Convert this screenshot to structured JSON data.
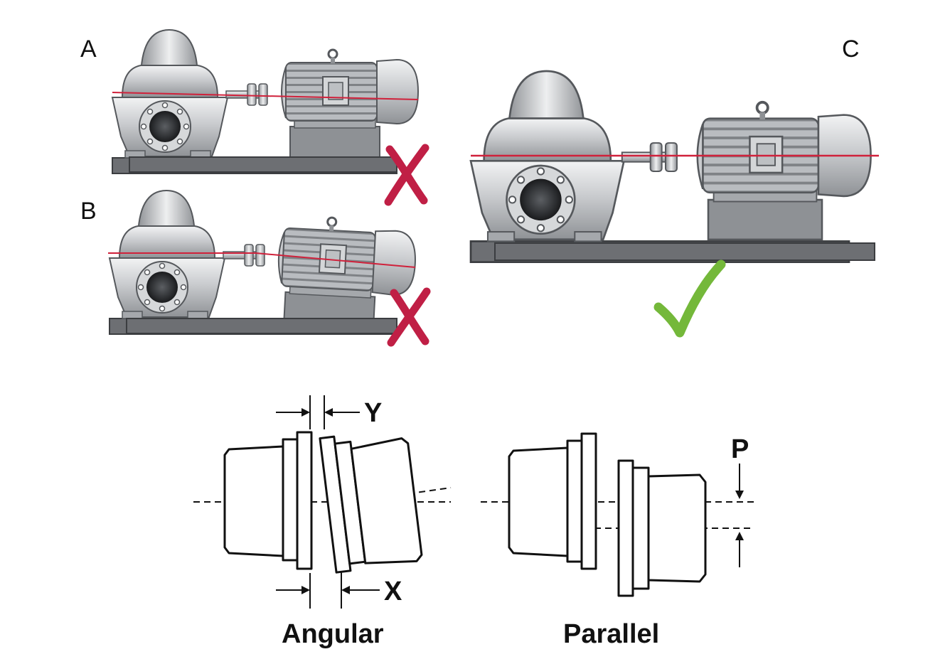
{
  "panels": {
    "a": {
      "label": "A",
      "status": "misaligned"
    },
    "b": {
      "label": "B",
      "status": "misaligned"
    },
    "c": {
      "label": "C",
      "status": "aligned"
    }
  },
  "coupling_diagrams": {
    "angular": {
      "caption": "Angular",
      "gap_labels": [
        "Y",
        "X"
      ]
    },
    "parallel": {
      "caption": "Parallel",
      "offset_label": "P"
    }
  },
  "colors": {
    "cross": "#c01f45",
    "check": "#74b83a",
    "centerline": "#d0213b",
    "base": "#6d6f73",
    "machine": "#d9dadc",
    "outline": "#111111"
  },
  "icons": {
    "misaligned": "cross-mark-icon",
    "aligned": "check-mark-icon"
  }
}
